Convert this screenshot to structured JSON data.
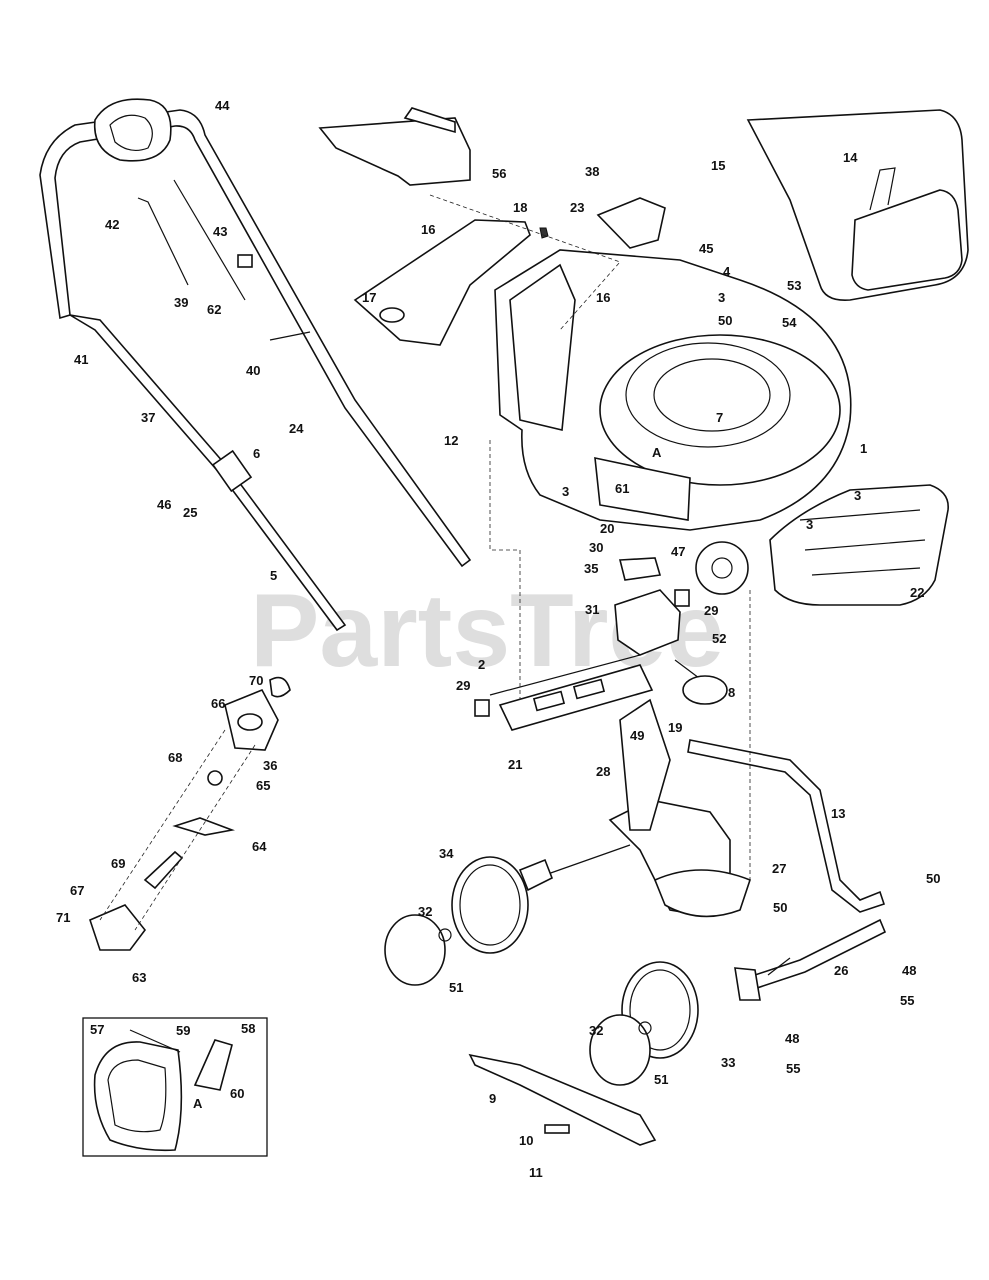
{
  "watermark": "PartsTree",
  "inset": {
    "title": "57",
    "callout": "A"
  },
  "labels": [
    "44",
    "56",
    "38",
    "15",
    "14",
    "23",
    "42",
    "43",
    "18",
    "16",
    "45",
    "4",
    "53",
    "17",
    "39",
    "62",
    "16",
    "3",
    "50",
    "54",
    "41",
    "40",
    "37",
    "7",
    "12",
    "24",
    "6",
    "1",
    "46",
    "25",
    "3",
    "61",
    "3",
    "3",
    "5",
    "20",
    "30",
    "47",
    "35",
    "29",
    "22",
    "31",
    "52",
    "70",
    "2",
    "29",
    "66",
    "8",
    "19",
    "49",
    "21",
    "36",
    "68",
    "65",
    "28",
    "13",
    "64",
    "69",
    "34",
    "27",
    "50",
    "67",
    "32",
    "71",
    "63",
    "50",
    "48",
    "51",
    "26",
    "55",
    "58",
    "32",
    "60",
    "9",
    "51",
    "33",
    "48",
    "55",
    "59",
    "10",
    "11"
  ],
  "point_a_labels": [
    "A",
    "A"
  ]
}
